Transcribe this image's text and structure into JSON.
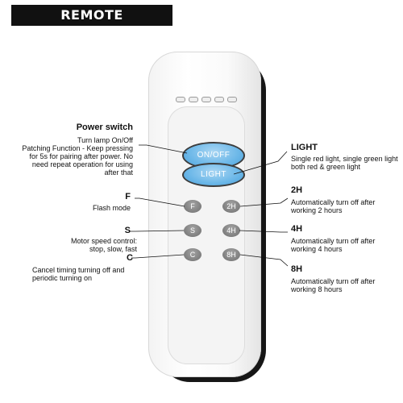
{
  "title": "REMOTE CONTROLLER",
  "remote": {
    "on_off": "ON/OFF",
    "light": "LIGHT",
    "buttons": {
      "f": "F",
      "s": "S",
      "c": "C",
      "h2": "2H",
      "h4": "4H",
      "h8": "8H"
    }
  },
  "labels": {
    "power": {
      "heading": "Power switch",
      "lines": [
        "Turn lamp On/Off",
        "Patching Function - Keep pressing",
        "for 5s for pairing after power. No",
        "need repeat operation for using",
        "after that"
      ]
    },
    "light": {
      "heading": "LIGHT",
      "lines": [
        "Single red light, single green light",
        "both red & green light"
      ]
    },
    "f": {
      "heading": "F",
      "lines": [
        "Flash mode"
      ]
    },
    "h2": {
      "heading": "2H",
      "lines": [
        "Automatically turn off after",
        "working 2 hours"
      ]
    },
    "s": {
      "heading": "S",
      "lines": [
        "Motor speed control:",
        "stop, slow, fast"
      ]
    },
    "h4": {
      "heading": "4H",
      "lines": [
        "Automatically turn off after",
        "working 4 hours"
      ]
    },
    "c": {
      "heading": "C",
      "lines": [
        "Cancel timing turning off and",
        "periodic turning on"
      ]
    },
    "h8": {
      "heading": "8H",
      "lines": [
        "Automatically turn off after",
        "working 8 hours"
      ]
    }
  }
}
